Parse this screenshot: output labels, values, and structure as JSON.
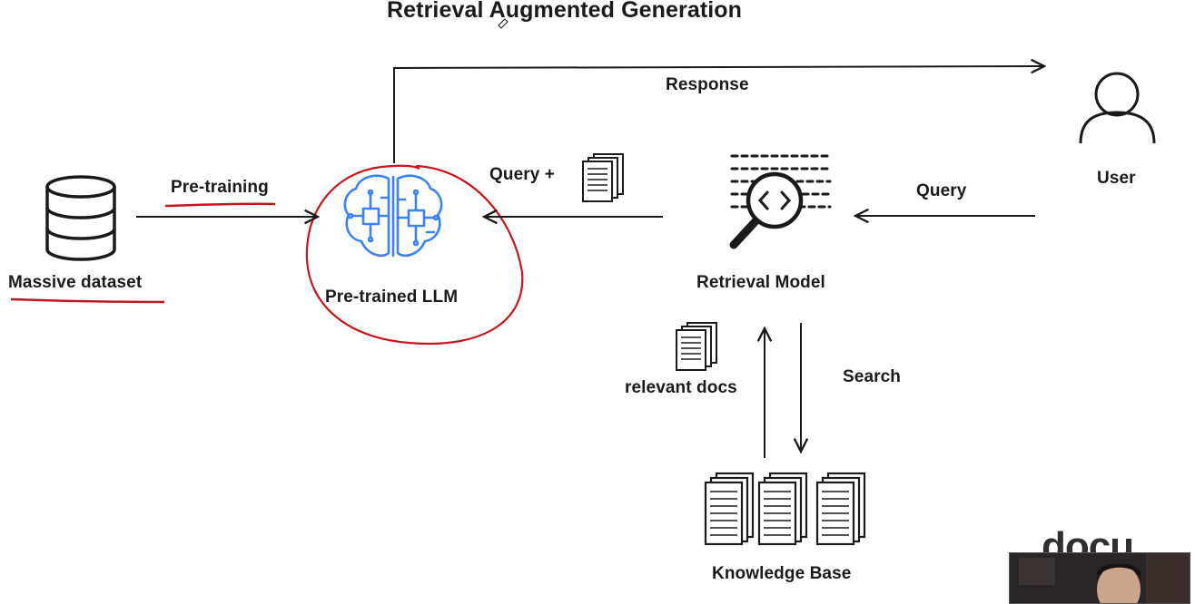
{
  "title": "Retrieval Augmented Generation",
  "nodes": {
    "massive_dataset": "Massive dataset",
    "pretrained_llm": "Pre-trained LLM",
    "retrieval_model": "Retrieval Model",
    "user": "User",
    "knowledge_base": "Knowledge Base"
  },
  "edges": {
    "pretraining": "Pre-training",
    "query_plus": "Query +",
    "query": "Query",
    "response": "Response",
    "search": "Search",
    "relevant_docs": "relevant docs"
  },
  "annotations": {
    "highlight_color": "#c4161c",
    "brain_color": "#3b82f6"
  },
  "watermark": "docu",
  "webcam_overlay": "presenter webcam"
}
